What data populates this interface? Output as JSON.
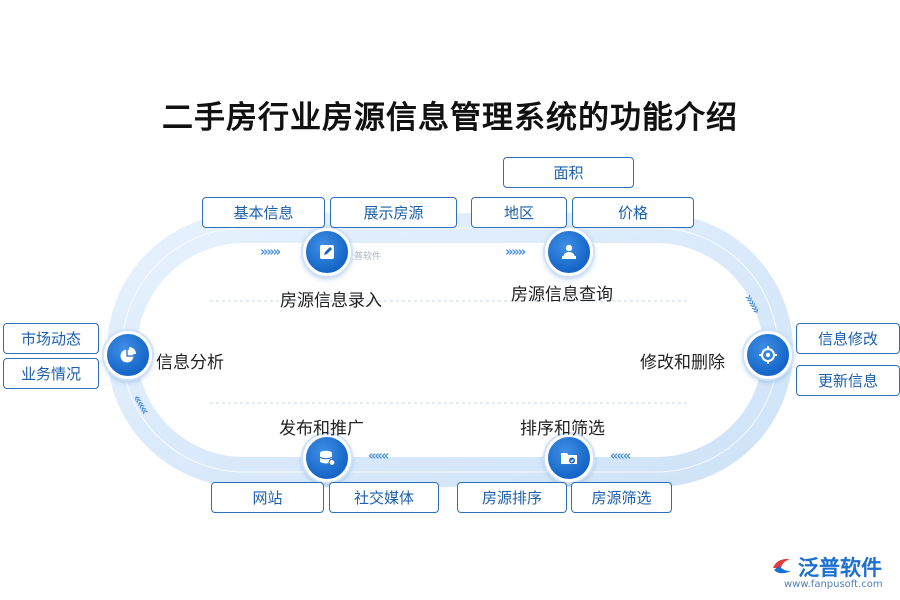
{
  "title": "二手房行业房源信息管理系统的功能介绍",
  "nodes": {
    "entry": "房源信息录入",
    "query": "房源信息查询",
    "modify": "修改和删除",
    "sort": "排序和筛选",
    "publish": "发布和推广",
    "analysis": "信息分析"
  },
  "tags": {
    "entry": [
      "基本信息",
      "展示房源"
    ],
    "query": [
      "面积",
      "地区",
      "价格"
    ],
    "modify": [
      "信息修改",
      "更新信息"
    ],
    "sort": [
      "房源排序",
      "房源筛选"
    ],
    "publish": [
      "网站",
      "社交媒体"
    ],
    "analysis": [
      "市场动态",
      "业务情况"
    ]
  },
  "flow_arrows": "»»»",
  "watermark": "泛普软件",
  "logo": {
    "name": "泛普软件",
    "url": "www.fanpusoft.com"
  },
  "colors": {
    "accent": "#1565c8",
    "track": "#dcebfb",
    "tag_border": "#2d6fb8"
  }
}
